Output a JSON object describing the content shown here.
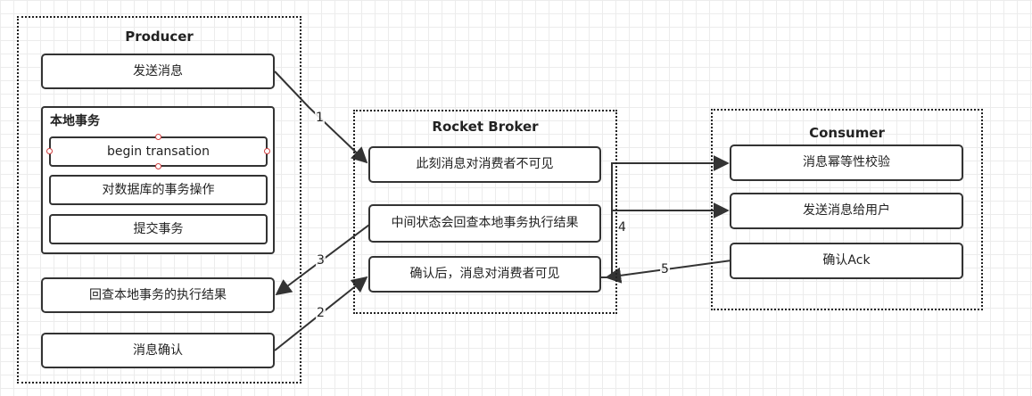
{
  "producer": {
    "title": "Producer",
    "send_message": "发送消息",
    "local_tx": {
      "title": "本地事务",
      "begin": "begin transation",
      "db_ops": "对数据库的事务操作",
      "commit": "提交事务"
    },
    "check_result": "回查本地事务的执行结果",
    "confirm": "消息确认"
  },
  "broker": {
    "title": "Rocket Broker",
    "invisible": "此刻消息对消费者不可见",
    "check_back": "中间状态会回查本地事务执行结果",
    "visible": "确认后，消息对消费者可见"
  },
  "consumer": {
    "title": "Consumer",
    "idempotent": "消息幂等性校验",
    "send_user": "发送消息给用户",
    "ack": "确认Ack"
  },
  "edges": {
    "e1": "1",
    "e2": "2",
    "e3": "3",
    "e4": "4",
    "e5": "5"
  },
  "colors": {
    "line": "#333333",
    "grid": "#ececec",
    "handle": "#d04040"
  }
}
